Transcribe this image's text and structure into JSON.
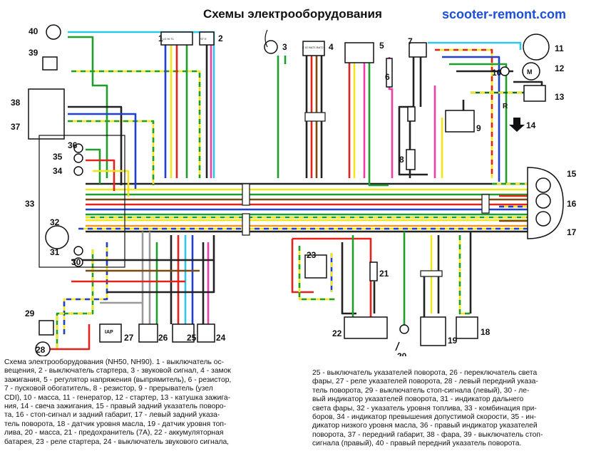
{
  "title": "Схемы электрооборудования",
  "site": "scooter-remont.com",
  "numbers": [
    "1",
    "2",
    "3",
    "4",
    "5",
    "6",
    "7",
    "8",
    "9",
    "10",
    "11",
    "12",
    "13",
    "14",
    "15",
    "16",
    "17",
    "18",
    "19",
    "20",
    "21",
    "22",
    "23",
    "24",
    "25",
    "26",
    "27",
    "28",
    "29",
    "30",
    "31",
    "32",
    "33",
    "34",
    "35",
    "36",
    "37",
    "38",
    "39",
    "40"
  ],
  "labels": {
    "R": "R",
    "M": "M",
    "M12": "M",
    "iap": "IAP",
    "switch4": "E IG BAT1 BAT2",
    "switch1": "LO HI TL",
    "switch2": "ST E"
  },
  "legend_left": [
    "Схема электрооборудования (NH50, NH90). 1 - выключатель ос-",
    "вещения, 2 - выключатель стартера, 3 - звуковой сигнал, 4 - замок",
    "зажигания, 5 - регулятор напряжения (выпрямитель), 6 - резистор,",
    "7 - пусковой обогатитель, 8 - резистор, 9 - прерыватель (узел",
    "CDI), 10 - масса, 11 - генератор, 12 - стартер, 13 - катушка зажига-",
    "ния, 14 - свеча зажигания, 15 - правый задний указатель поворо-",
    "та, 16 - стоп-сигнал и задний габарит, 17 - левый задний указа-",
    "тель поворота, 18 - датчик уровня масла, 19 - датчик уровня топ-",
    "лива, 20 - масса, 21 - предохранитель (7А), 22 - аккумуляторная",
    "батарея, 23 - реле стартера, 24 - выключатель звукового сигнала,"
  ],
  "legend_right": [
    "25 - выключатель указателей поворота, 26 - переключатель света",
    "фары, 27 - реле указателей поворота, 28 - левый передний указа-",
    "тель поворота, 29 - выключатель стоп-сигнала (левый), 30 - ле-",
    "вый индикатор указателей поворота, 31 - индикатор дальнего",
    "света фары, 32 - указатель уровня топлива, 33 - комбинация при-",
    "боров, 34 - индикатор превышения допустимой скорости, 35 - ин-",
    "дикатор низкого уровня масла, 36 - правый индикатор указателей",
    "поворота, 37 - передний габарит, 38 - фара, 39 - выключатель стоп-",
    "сигнала (правый), 40 - правый передний указатель поворота."
  ],
  "colors": {
    "yellow": "#f2e61a",
    "green": "#1e9e2c",
    "red": "#e0231d",
    "blue": "#1f3fd6",
    "lightblue": "#2fc5ec",
    "pink": "#ee3fa9",
    "black": "#222222",
    "brown": "#7a4a12",
    "white": "#ffffff",
    "gray": "#9a9a9a",
    "orange": "#f29a1b",
    "darkgreen": "#136b1e"
  }
}
